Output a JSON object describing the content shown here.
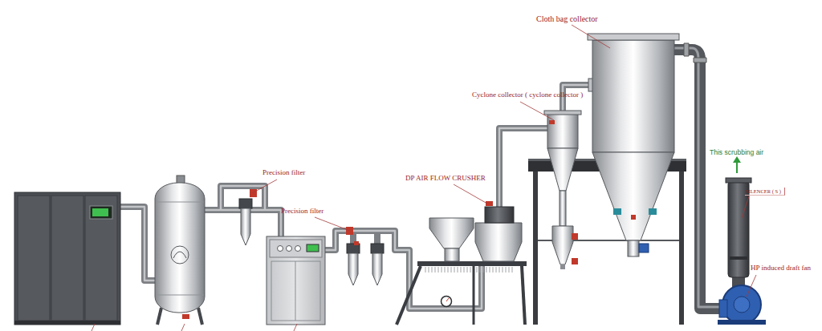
{
  "diagram": {
    "labels": [
      "Cloth bag collector",
      "Cyclone collector ( cyclone collector )",
      "Precision filter",
      "Precision filter",
      "DP AIR FLOW CRUSHER",
      "This scrubbing air",
      "SILENCER ( S )",
      "HP induced draft fan"
    ]
  }
}
